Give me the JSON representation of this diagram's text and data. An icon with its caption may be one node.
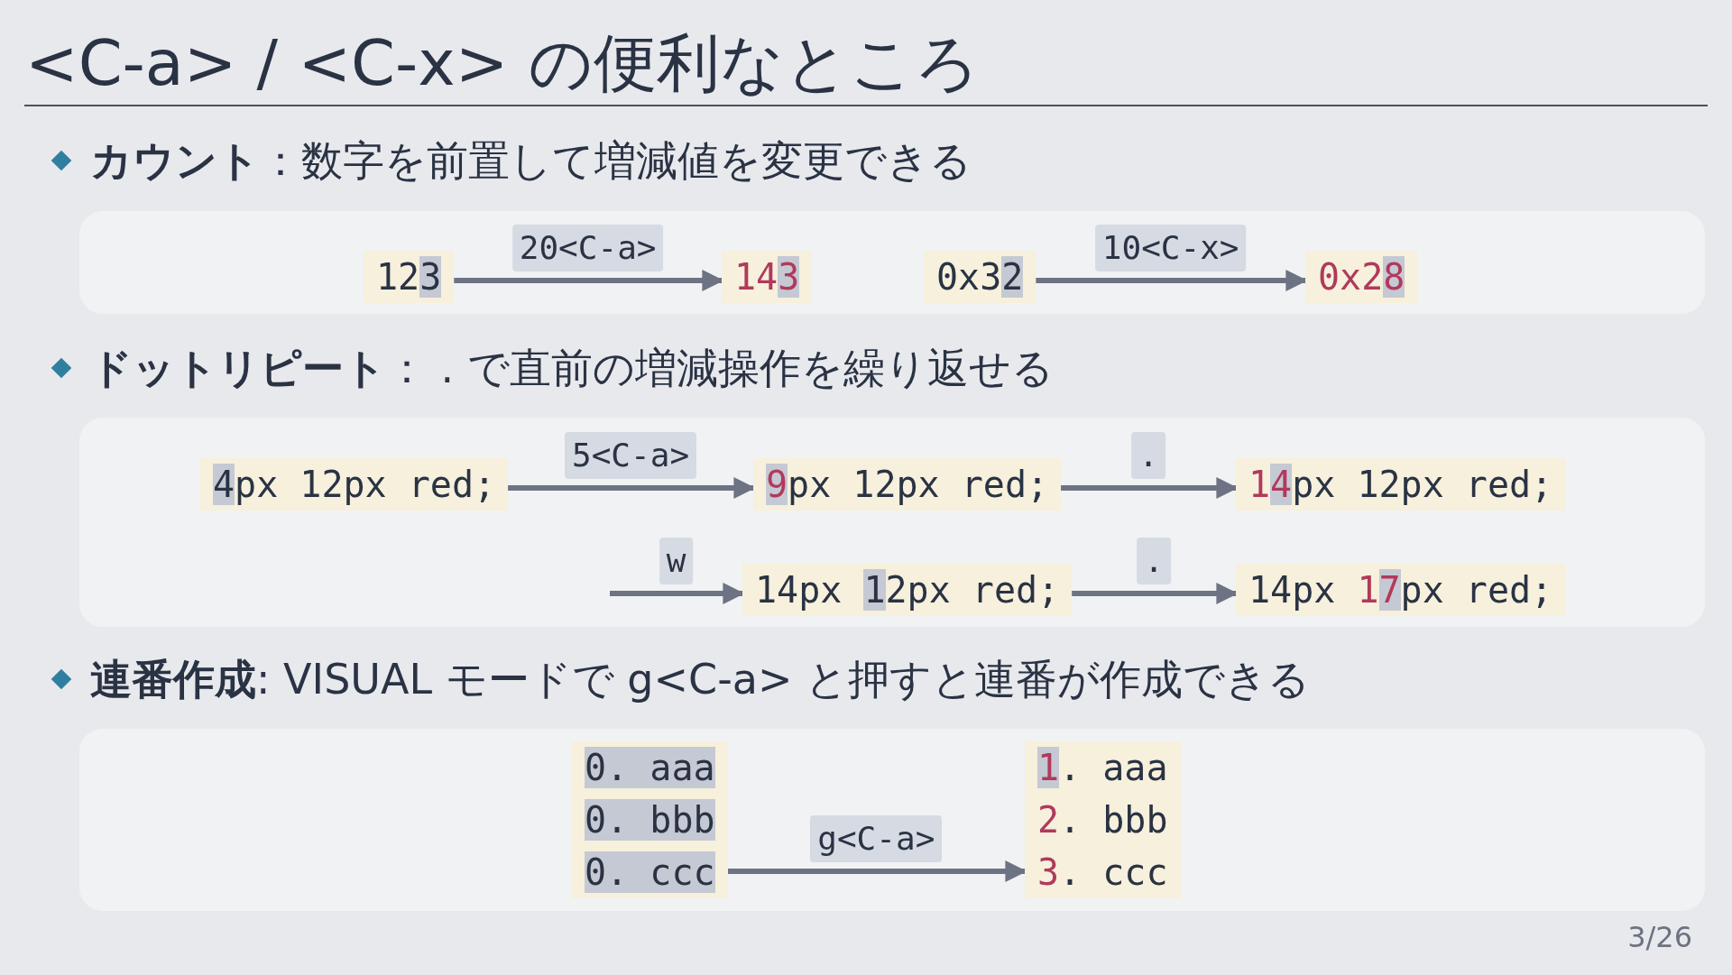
{
  "diagram": {
    "title": "<C-a> / <C-x> の便利なところ",
    "nodes": [
      {
        "text": [
          "123"
        ]
      },
      {
        "text": [
          "143"
        ]
      },
      {
        "text": [
          "0x32"
        ]
      },
      {
        "text": [
          "0x28"
        ]
      },
      {
        "text": [
          "4px 12px red;"
        ]
      },
      {
        "text": [
          "9px 12px red;"
        ]
      },
      {
        "text": [
          "14px 12px red;"
        ]
      },
      {
        "text": [
          "14px 12px red;"
        ]
      },
      {
        "text": [
          "14px 17px red;"
        ]
      },
      {
        "text": [
          "0. aaa",
          "0. bbb",
          "0. ccc"
        ]
      },
      {
        "text": [
          "1. aaa",
          "2. bbb",
          "3. ccc"
        ]
      }
    ],
    "edges": [
      {
        "from": 0,
        "to": 1,
        "arrow": "to",
        "label": "20<C-a>"
      },
      {
        "from": 2,
        "to": 3,
        "arrow": "to",
        "label": "10<C-x>"
      },
      {
        "from": 4,
        "to": 5,
        "arrow": "to",
        "label": "5<C-a>"
      },
      {
        "from": 5,
        "to": 6,
        "arrow": "to",
        "label": "."
      },
      {
        "from": null,
        "to": 7,
        "arrow": "to",
        "label": "w"
      },
      {
        "from": 7,
        "to": 8,
        "arrow": "to",
        "label": "."
      },
      {
        "from": 9,
        "to": 10,
        "arrow": "to",
        "label": "g<C-a>"
      }
    ],
    "labels": [
      "**カウント**：数字を前置して増減値を変更できる",
      "**ドットリピート**： . で直前の増減操作を繰り返せる",
      "**連番作成**: VISUAL モードで g<C-a> と押すと連番が作成できる",
      "3/26"
    ]
  }
}
